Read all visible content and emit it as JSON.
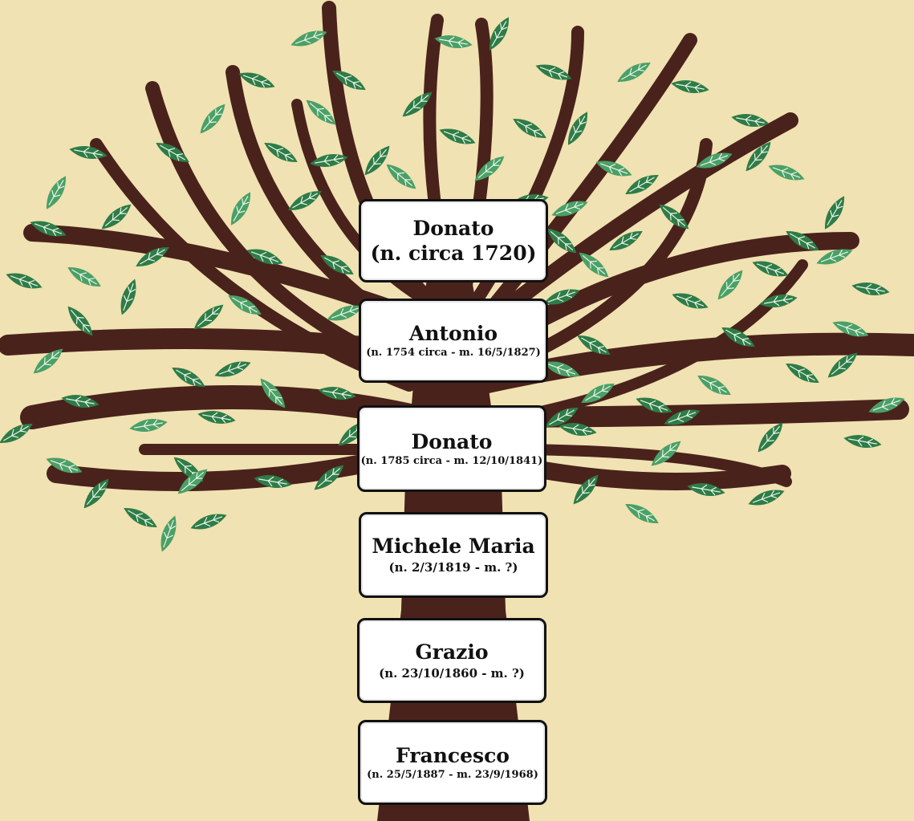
{
  "colors": {
    "background": "#f0e2b2",
    "trunk": "#4a221c",
    "leaf_dark": "#2e7c47",
    "leaf_light": "#4aa066",
    "card": "#ffffff",
    "card_border": "#111111"
  },
  "family": [
    {
      "name": "Donato",
      "dates": "(n. circa 1720)"
    },
    {
      "name": "Antonio",
      "dates": "(n. 1754 circa - m. 16/5/1827)"
    },
    {
      "name": "Donato",
      "dates": "(n. 1785 circa - m. 12/10/1841)"
    },
    {
      "name": "Michele Maria",
      "dates": "(n. 2/3/1819 - m. ?)"
    },
    {
      "name": "Grazio",
      "dates": "(n. 23/10/1860 - m. ?)"
    },
    {
      "name": "Francesco",
      "dates": "(n. 25/5/1887 - m. 23/9/1968)"
    }
  ]
}
